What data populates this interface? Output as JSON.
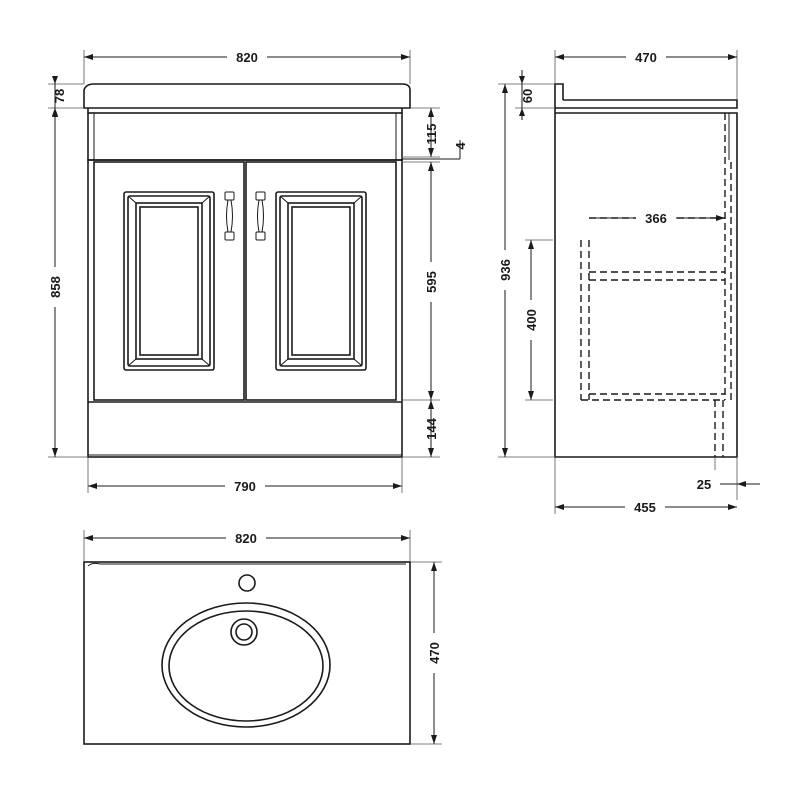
{
  "colors": {
    "line": "#1a1a1a",
    "background": "#ffffff"
  },
  "dimensions": {
    "front_overall_width": "820",
    "front_top_height": "78",
    "front_drawer_rail_height": "115",
    "front_rail_gap": "4",
    "front_total_height": "858",
    "front_door_height": "595",
    "front_plinth_height": "144",
    "front_body_width": "790",
    "side_overall_depth": "470",
    "side_upstand_height": "60",
    "side_total_height": "936",
    "side_shelf_depth": "366",
    "side_internal_height": "400",
    "side_plinth_recess": "25",
    "side_body_depth": "455",
    "plan_width": "820",
    "plan_depth": "470"
  },
  "icons": [
    "door-handle-icon",
    "tap-hole-icon",
    "waste-plug-icon"
  ]
}
